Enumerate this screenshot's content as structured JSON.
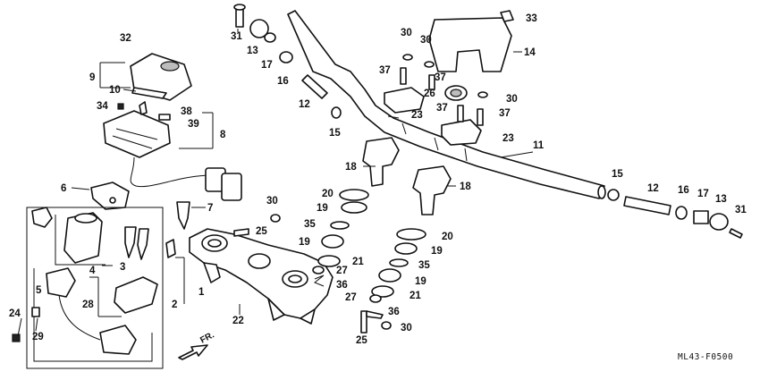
{
  "diagram_code": "ML43-F0500",
  "front_marker": "FR.",
  "labels": {
    "l1": "1",
    "l2": "2",
    "l3": "3",
    "l4": "4",
    "l5": "5",
    "l6": "6",
    "l7": "7",
    "l8": "8",
    "l9": "9",
    "l10": "10",
    "l11": "11",
    "l12a": "12",
    "l12b": "12",
    "l13a": "13",
    "l13b": "13",
    "l14": "14",
    "l15a": "15",
    "l15b": "15",
    "l16a": "16",
    "l16b": "16",
    "l17a": "17",
    "l17b": "17",
    "l18a": "18",
    "l18b": "18",
    "l19a": "19",
    "l19b": "19",
    "l19c": "19",
    "l19d": "19",
    "l20a": "20",
    "l20b": "20",
    "l21a": "21",
    "l21b": "21",
    "l22": "22",
    "l23a": "23",
    "l23b": "23",
    "l24": "24",
    "l25a": "25",
    "l25b": "25",
    "l26": "26",
    "l27a": "27",
    "l27b": "27",
    "l28": "28",
    "l29": "29",
    "l30a": "30",
    "l30b": "30",
    "l30c": "30",
    "l30d": "30",
    "l30e": "30",
    "l31a": "31",
    "l31b": "31",
    "l32": "32",
    "l33": "33",
    "l34": "34",
    "l35a": "35",
    "l35b": "35",
    "l36a": "36",
    "l36b": "36",
    "l37a": "37",
    "l37b": "37",
    "l37c": "37",
    "l37d": "37",
    "l38": "38",
    "l39": "39"
  }
}
